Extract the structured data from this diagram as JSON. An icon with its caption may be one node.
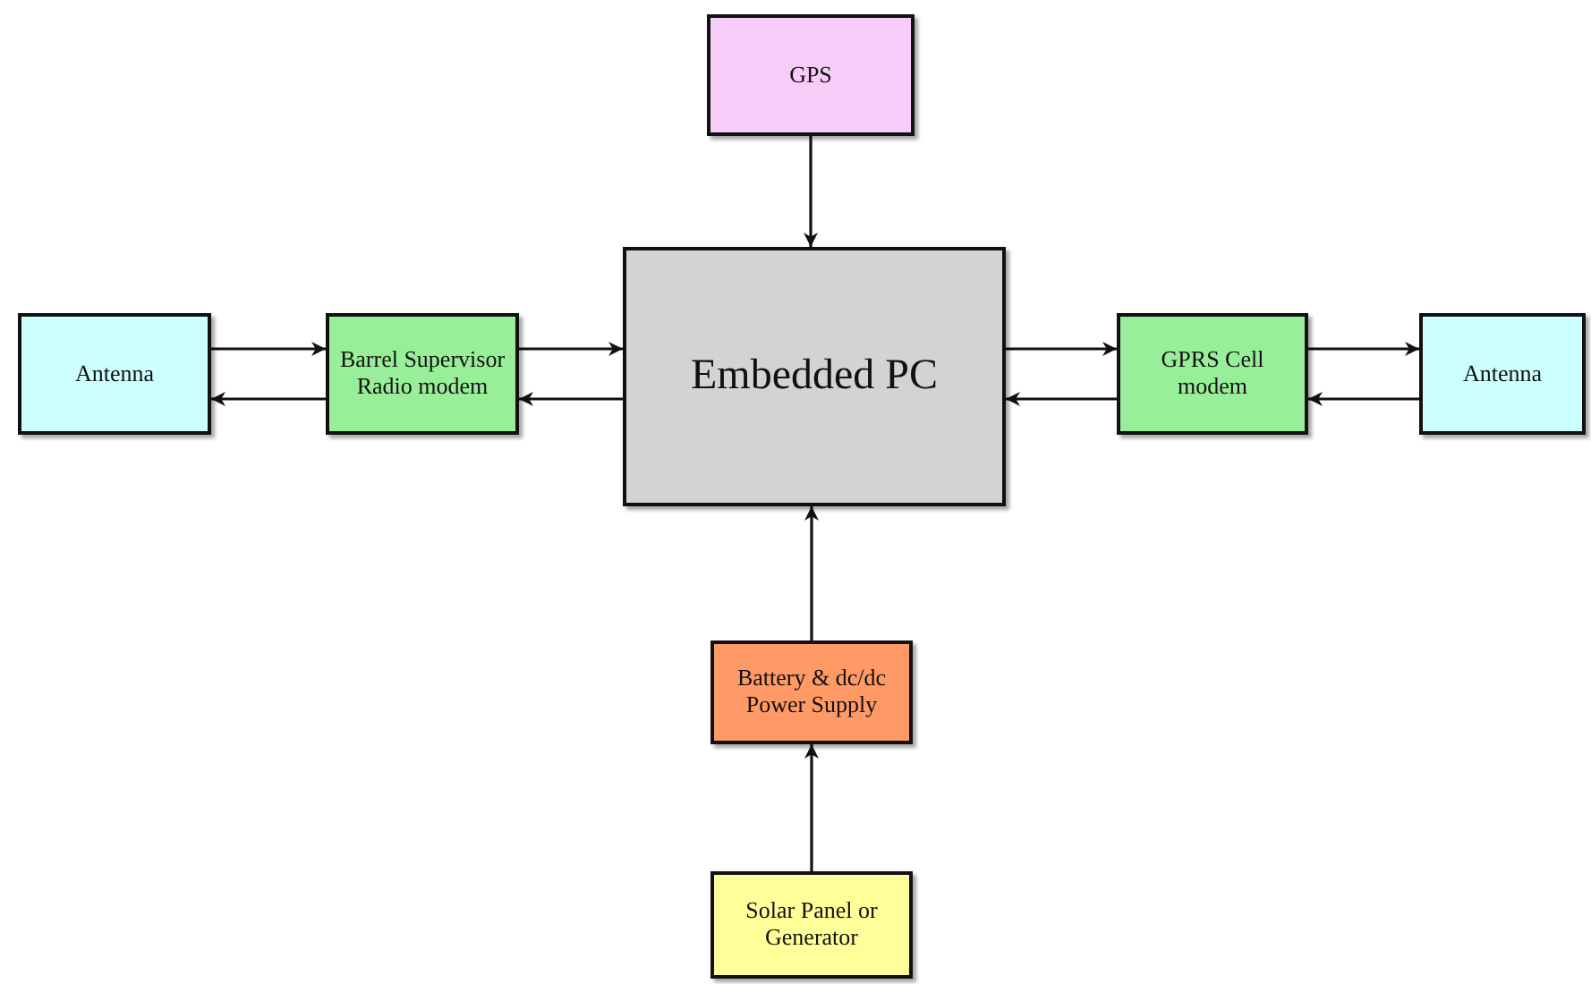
{
  "diagram": {
    "nodes": [
      {
        "text": [
          "GPS"
        ]
      },
      {
        "text": [
          "Antenna"
        ]
      },
      {
        "text": [
          "Barrel Supervisor Radio modem"
        ]
      },
      {
        "text": [
          "Embedded PC"
        ]
      },
      {
        "text": [
          "GPRS Cell modem"
        ]
      },
      {
        "text": [
          "Antenna"
        ]
      },
      {
        "text": [
          "Battery & dc/dc Power Supply"
        ]
      },
      {
        "text": [
          "Solar Panel or Generator"
        ]
      }
    ],
    "edges": [
      {
        "from": 0,
        "to": 3,
        "arrow": "to"
      },
      {
        "from": 1,
        "to": 2,
        "arrow": "to"
      },
      {
        "from": 2,
        "to": 1,
        "arrow": "to"
      },
      {
        "from": 2,
        "to": 3,
        "arrow": "to"
      },
      {
        "from": 3,
        "to": 2,
        "arrow": "to"
      },
      {
        "from": 3,
        "to": 4,
        "arrow": "to"
      },
      {
        "from": 4,
        "to": 3,
        "arrow": "to"
      },
      {
        "from": 4,
        "to": 5,
        "arrow": "to"
      },
      {
        "from": 5,
        "to": 4,
        "arrow": "to"
      },
      {
        "from": 6,
        "to": 3,
        "arrow": "to"
      },
      {
        "from": 7,
        "to": 6,
        "arrow": "to"
      }
    ]
  }
}
